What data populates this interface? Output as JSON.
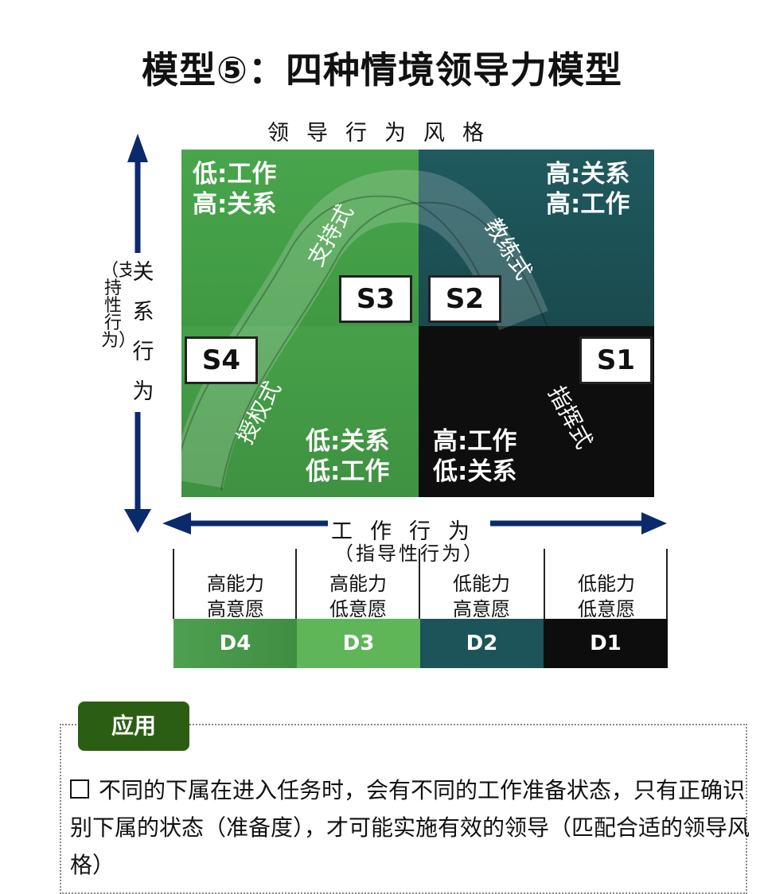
{
  "title": "模型⑤：四种情境领导力模型",
  "top_axis_title": "领导行为风格",
  "left_axis": {
    "main": "关系行为",
    "sub": "（支持性行为）"
  },
  "bottom_axis": {
    "main": "工作行为",
    "sub": "（指导性行为）"
  },
  "quadrants": {
    "s3": {
      "code": "S3",
      "style": "支持式",
      "line1": "低:工作",
      "line2": "高:关系",
      "color": "#46a34a"
    },
    "s2": {
      "code": "S2",
      "style": "教练式",
      "line1": "高:关系",
      "line2": "高:工作",
      "color": "#1d5459"
    },
    "s4": {
      "code": "S4",
      "style": "授权式",
      "line1": "低:关系",
      "line2": "低:工作",
      "color": "#43994a"
    },
    "s1": {
      "code": "S1",
      "style": "指挥式",
      "line1": "高:工作",
      "line2": "低:关系",
      "color": "#0e0e0e"
    }
  },
  "development": [
    {
      "line1": "高能力",
      "line2": "高意愿",
      "code": "D4",
      "color": "#4b9a4c"
    },
    {
      "line1": "高能力",
      "line2": "低意愿",
      "code": "D3",
      "color": "#5fb659"
    },
    {
      "line1": "低能力",
      "line2": "高意愿",
      "code": "D2",
      "color": "#1d5459"
    },
    {
      "line1": "低能力",
      "line2": "低意愿",
      "code": "D1",
      "color": "#0d0d0d"
    }
  ],
  "application": {
    "tag": "应用",
    "text": "不同的下属在进入任务时，会有不同的工作准备状态，只有正确识别下属的状态（准备度），才可能实施有效的领导（匹配合适的领导风格）"
  },
  "colors": {
    "axis_arrow": "#0b2a6b",
    "tag_bg": "#2b5e12"
  }
}
